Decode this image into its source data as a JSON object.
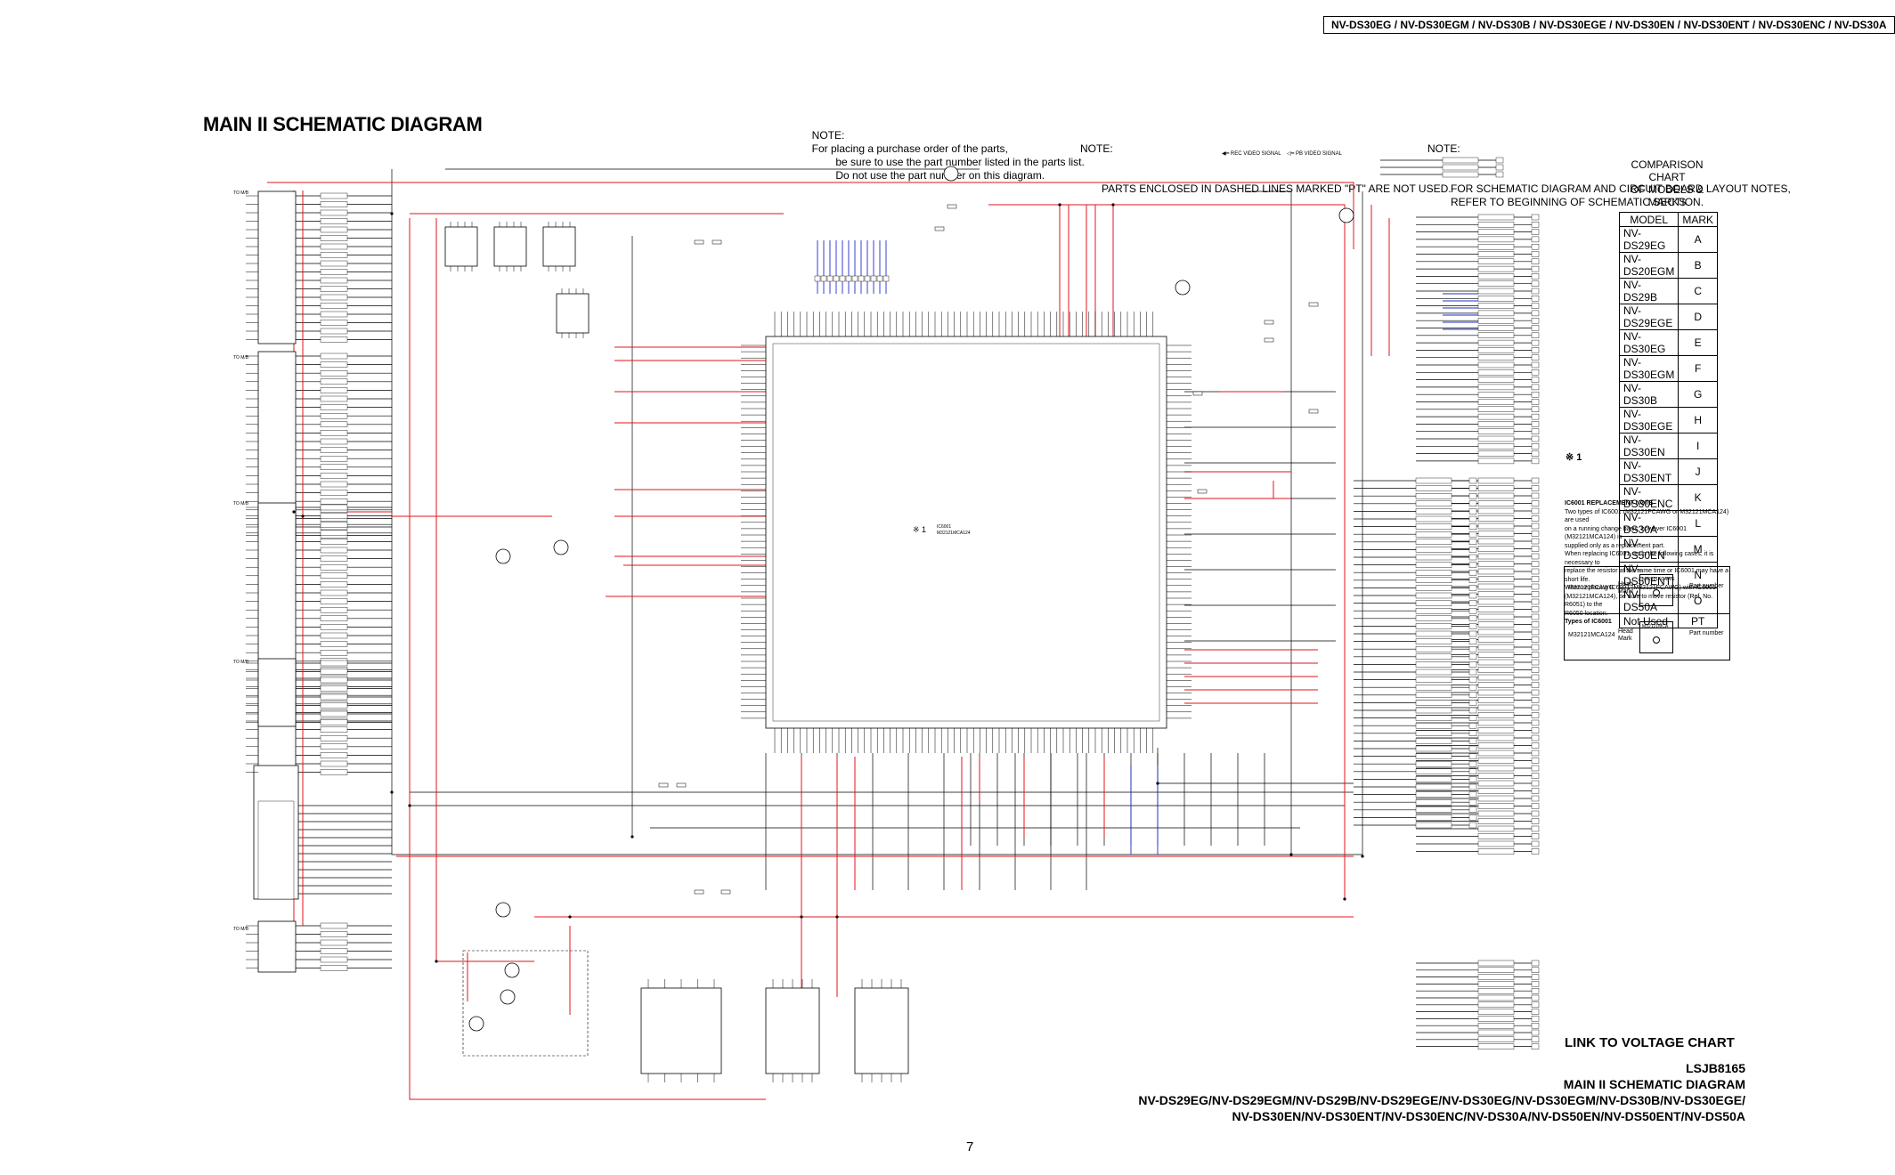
{
  "header": {
    "models_line": "NV-DS30EG / NV-DS30EGM / NV-DS30B / NV-DS30EGE / NV-DS30EN / NV-DS30ENT / NV-DS30ENC / NV-DS30A"
  },
  "title": "MAIN II SCHEMATIC DIAGRAM",
  "notes": [
    {
      "label": "NOTE:",
      "text": "For placing a purchase order of the parts,\n          be sure to use the part number listed in the parts list.\n          Do not use the part number on this diagram."
    },
    {
      "label": "NOTE:",
      "text": "PARTS ENCLOSED IN DASHED LINES MARKED \"PT\" ARE NOT USED."
    },
    {
      "label": "NOTE:",
      "text": "FOR SCHEMATIC DIAGRAM AND CIRCUIT BOARD LAYOUT NOTES,\nREFER TO BEGINNING OF SCHEMATIC SECTION."
    }
  ],
  "signal_legend": {
    "rec": "REC VIDEO SIGNAL",
    "pb": "PB VIDEO SIGNAL"
  },
  "comparison_chart": {
    "title_line1": "COMPARISON CHART",
    "title_line2": "OF MODELS & MARKS",
    "header_model": "MODEL",
    "header_mark": "MARK",
    "rows": [
      {
        "model": "NV-DS29EG",
        "mark": "A"
      },
      {
        "model": "NV-DS20EGM",
        "mark": "B"
      },
      {
        "model": "NV-DS29B",
        "mark": "C"
      },
      {
        "model": "NV-DS29EGE",
        "mark": "D"
      },
      {
        "model": "NV-DS30EG",
        "mark": "E"
      },
      {
        "model": "NV-DS30EGM",
        "mark": "F"
      },
      {
        "model": "NV-DS30B",
        "mark": "G"
      },
      {
        "model": "NV-DS30EGE",
        "mark": "H"
      },
      {
        "model": "NV-DS30EN",
        "mark": "I"
      },
      {
        "model": "NV-DS30ENT",
        "mark": "J"
      },
      {
        "model": "NV-DS30ENC",
        "mark": "K"
      },
      {
        "model": "NV-DS30A",
        "mark": "L"
      },
      {
        "model": "NV-DS50EN",
        "mark": "M"
      },
      {
        "model": "NV-DS50ENT",
        "mark": "N"
      },
      {
        "model": "NV-DS50A",
        "mark": "O"
      },
      {
        "model": "Not Used",
        "mark": "PT"
      }
    ]
  },
  "ic_note": {
    "asterisk": "※ 1",
    "title": "IC6001 REPLACEMENT NOTE",
    "lines": [
      "Two types of IC6001 (M32121FCAWG or M32121MCA124) are used",
      "on a running change basis, however IC6001 (M32121MCA124) is",
      "supplied only as a replacement part.",
      "When replacing IC6001, as in the following cases, it is necessary to",
      "replace the resistor at the same time or IC6001 may have a short life.",
      "When replacing IC6001 (M32121FCAWG) with IC6001",
      "(M32121MCA124), be sure to move resistor (Ref. No. R6051) to the",
      "R6050 location."
    ],
    "types_title": "Types of IC6001",
    "types": [
      {
        "part": "M32121FCAWG",
        "chip": "M32121FCAWG",
        "head_mark": "Head\nMark",
        "part_number": "Part number"
      },
      {
        "part": "M32121MCA124",
        "chip": "M32121MCA",
        "head_mark": "Head\nMark",
        "part_number": "Part number"
      }
    ]
  },
  "ic_main": {
    "ref": "IC6001",
    "part": "M32121MCA124",
    "asterisk": "※ 1"
  },
  "left_connector_labels": [
    "TO M/B",
    "TO M/B",
    "TO M/B",
    "TO M/B",
    "TO M/B"
  ],
  "link_chart": "LINK TO VOLTAGE CHART",
  "footer": {
    "code": "LSJB8165",
    "title": "MAIN II SCHEMATIC DIAGRAM",
    "models_line1": "NV-DS29EG/NV-DS29EGM/NV-DS29B/NV-DS29EGE/NV-DS30EG/NV-DS30EGM/NV-DS30B/NV-DS30EGE/",
    "models_line2": "NV-DS30EN/NV-DS30ENT/NV-DS30ENC/NV-DS30A/NV-DS50EN/NV-DS50ENT/NV-DS50A"
  },
  "page_number": "7",
  "colors": {
    "wire": "#000000",
    "red_trace": "#e0141e",
    "blue_trace": "#1e2ccc"
  }
}
